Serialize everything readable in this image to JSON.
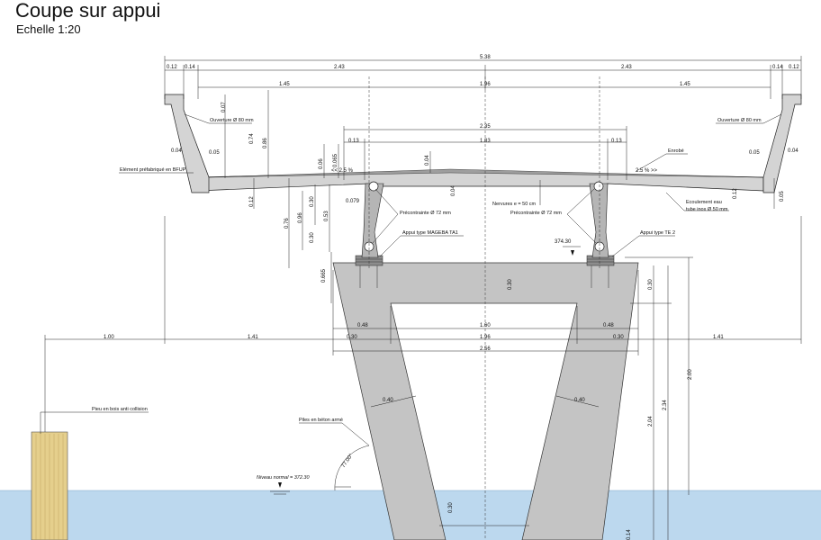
{
  "header": {
    "title": "Coupe sur appui",
    "subtitle": "Echelle 1:20"
  },
  "dimensions": {
    "d_5_38": "5.38",
    "d_0_12": "0.12",
    "d_0_14": "0.14",
    "d_2_43": "2.43",
    "d_1_45": "1.45",
    "d_1_96": "1.96",
    "d_2_35": "2.35",
    "d_0_13": "0.13",
    "d_1_83": "1.83",
    "d_0_07": "0.07",
    "d_0_74": "0.74",
    "d_0_86": "0.86",
    "d_0_04": "0.04",
    "d_0_05": "0.05",
    "d_0_06": "0.06",
    "d_0_065": "0.065",
    "d_0_079": "0.079",
    "d_0_30": "0.30",
    "d_0_53": "0.53",
    "d_0_96": "0.96",
    "d_0_76": "0.76",
    "d_0_665": "0.665",
    "d_0_48": "0.48",
    "d_1_60": "1.60",
    "d_1_00": "1.00",
    "d_1_41": "1.41",
    "d_2_56": "2.56",
    "d_0_40": "0.40",
    "d_2_00": "2.00",
    "d_2_04": "2.04",
    "d_2_34": "2.34",
    "d_0_14b": "0.14",
    "d_374_30": "374.30",
    "slope_left": "<< 2.5 %",
    "slope_right": "2.5 % >>",
    "angle": "77.00°"
  },
  "labels": {
    "ouverture_left": "Ouverture Ø 80 mm",
    "ouverture_right": "Ouverture Ø 80 mm",
    "element_bfup": "Elément préfabriqué en BFUP",
    "enrobe": "Enrobé",
    "nervures": "Nervures e = 50 cm",
    "precontrainte_left": "Précontrainte Ø 72 mm",
    "precontrainte_right": "Précontrainte Ø 72 mm",
    "ecoulement_1": "Ecoulement eau",
    "ecoulement_2": "tube inox Ø 50 mm",
    "appui_left": "Appui type MAGEBA TA1",
    "appui_right": "Appui type TE 2",
    "pieu": "Pieu en bois anti collision",
    "piles": "Piles en béton armé",
    "niveau": "Niveau normal = 372.30"
  },
  "colors": {
    "water": "#bcd8ee",
    "concrete": "#c4c4c4",
    "wood": "#e5cf8c",
    "steel": "#9a9a9a"
  }
}
